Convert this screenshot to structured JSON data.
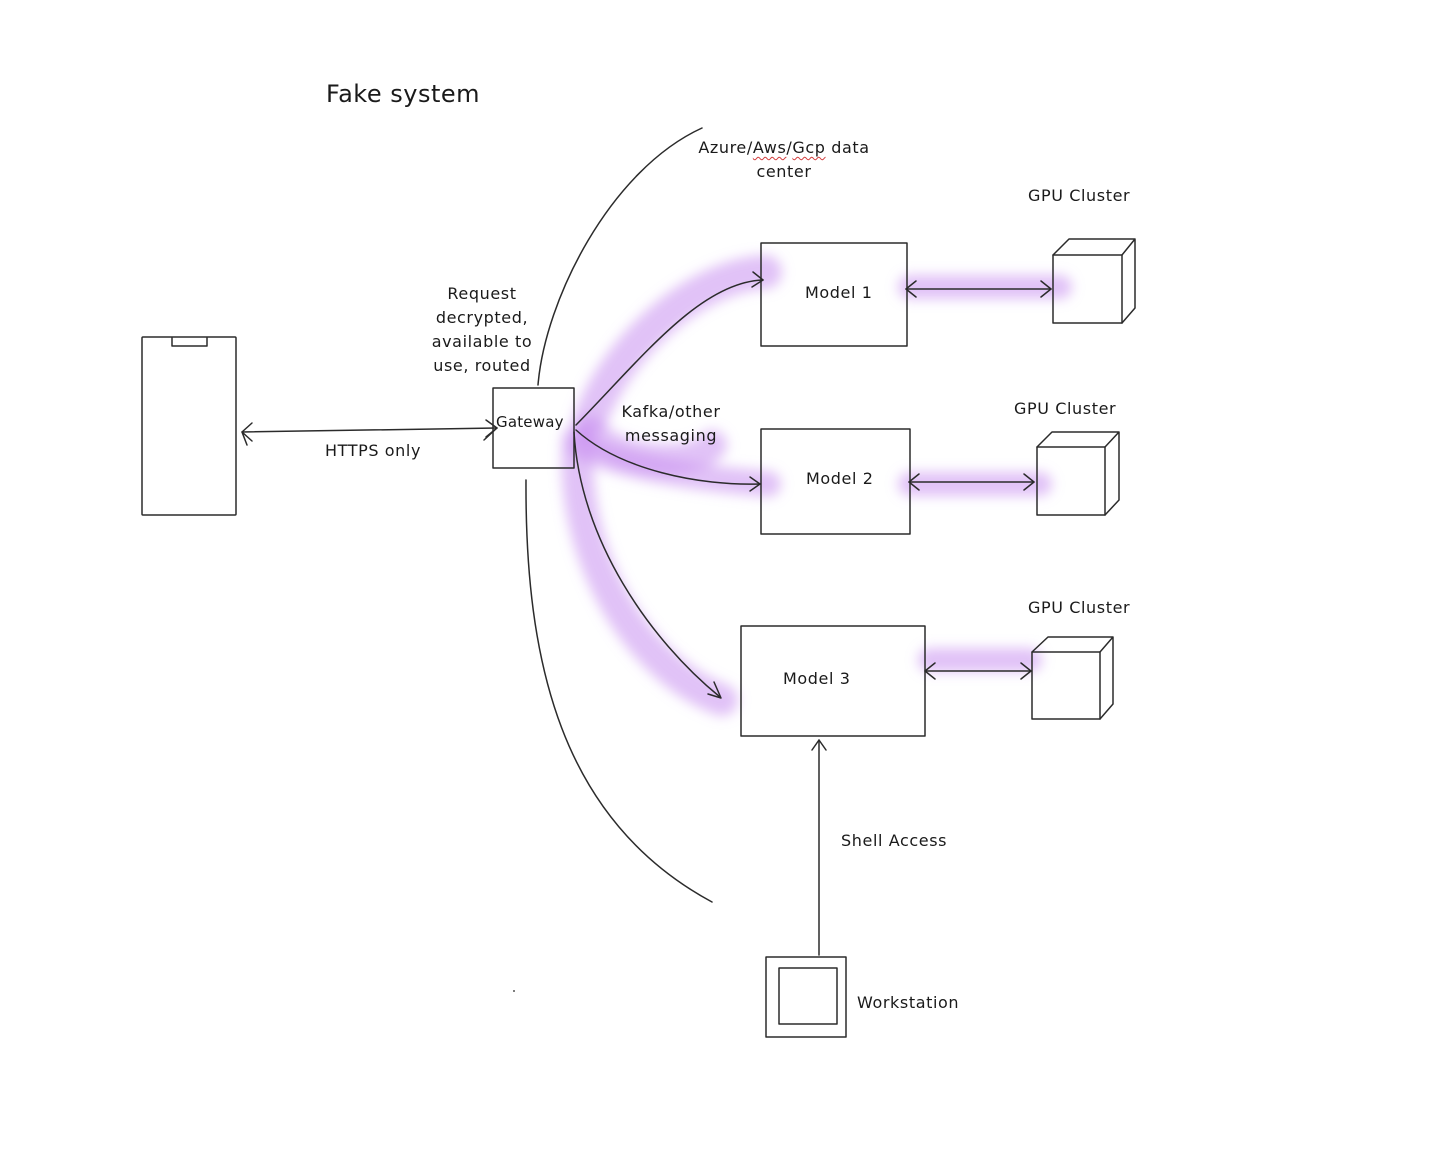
{
  "title": "Fake system",
  "datacenter": {
    "prefix": "Azure/",
    "aws": "Aws",
    "sep": "/",
    "gcp": "Gcp",
    "suffix": " data",
    "line2": "center"
  },
  "request_note": [
    "Request",
    "decrypted,",
    "available to",
    "use, routed"
  ],
  "gateway_label": "Gateway",
  "https_label": "HTTPS only",
  "messaging_label": [
    "Kafka/other",
    "messaging"
  ],
  "models": [
    "Model 1",
    "Model 2",
    "Model 3"
  ],
  "gpu_label": "GPU Cluster",
  "shell_label": "Shell Access",
  "workstation_label": "Workstation",
  "colors": {
    "ink": "#2b2b2b",
    "highlight": "#c98ff0"
  },
  "icons": [
    "phone-icon",
    "gpu-cube-icon",
    "workstation-icon"
  ]
}
